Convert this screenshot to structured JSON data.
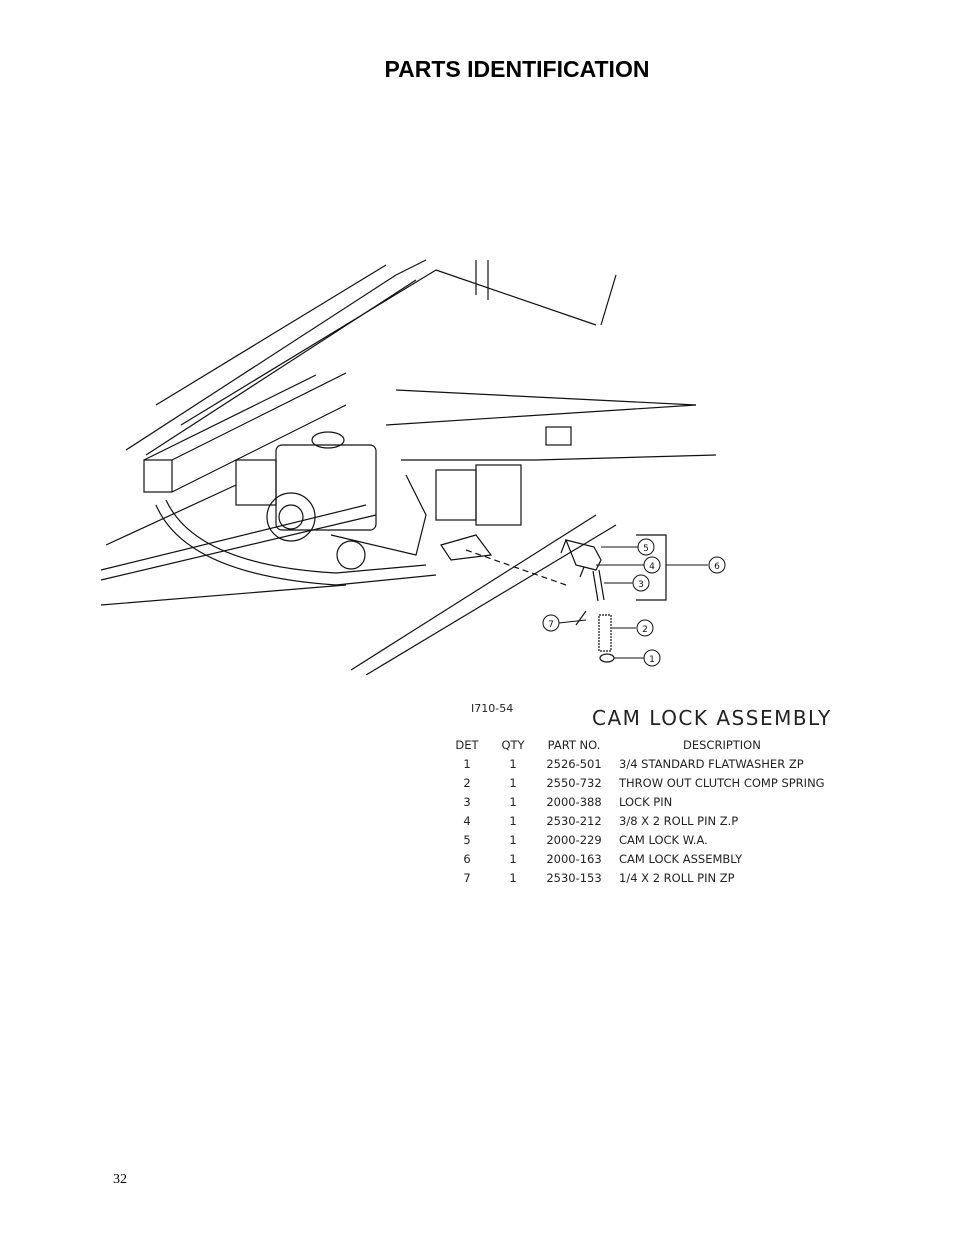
{
  "page": {
    "title": "PARTS IDENTIFICATION",
    "number": "32"
  },
  "figure": {
    "drawing_no": "I710-54",
    "assembly_title": "CAM LOCK ASSEMBLY",
    "callouts": [
      "5",
      "4",
      "3",
      "6",
      "7",
      "2",
      "1"
    ]
  },
  "parts_table": {
    "headers": {
      "det": "DET",
      "qty": "QTY",
      "part_no": "PART NO.",
      "description": "DESCRIPTION"
    },
    "rows": [
      {
        "det": "1",
        "qty": "1",
        "part_no": "2526-501",
        "description": "3/4 STANDARD FLATWASHER ZP"
      },
      {
        "det": "2",
        "qty": "1",
        "part_no": "2550-732",
        "description": "THROW OUT CLUTCH COMP SPRING"
      },
      {
        "det": "3",
        "qty": "1",
        "part_no": "2000-388",
        "description": "LOCK PIN"
      },
      {
        "det": "4",
        "qty": "1",
        "part_no": "2530-212",
        "description": "3/8 X 2 ROLL PIN Z.P"
      },
      {
        "det": "5",
        "qty": "1",
        "part_no": "2000-229",
        "description": "CAM LOCK W.A."
      },
      {
        "det": "6",
        "qty": "1",
        "part_no": "2000-163",
        "description": "CAM LOCK ASSEMBLY"
      },
      {
        "det": "7",
        "qty": "1",
        "part_no": "2530-153",
        "description": "1/4 X 2 ROLL PIN  ZP"
      }
    ]
  }
}
